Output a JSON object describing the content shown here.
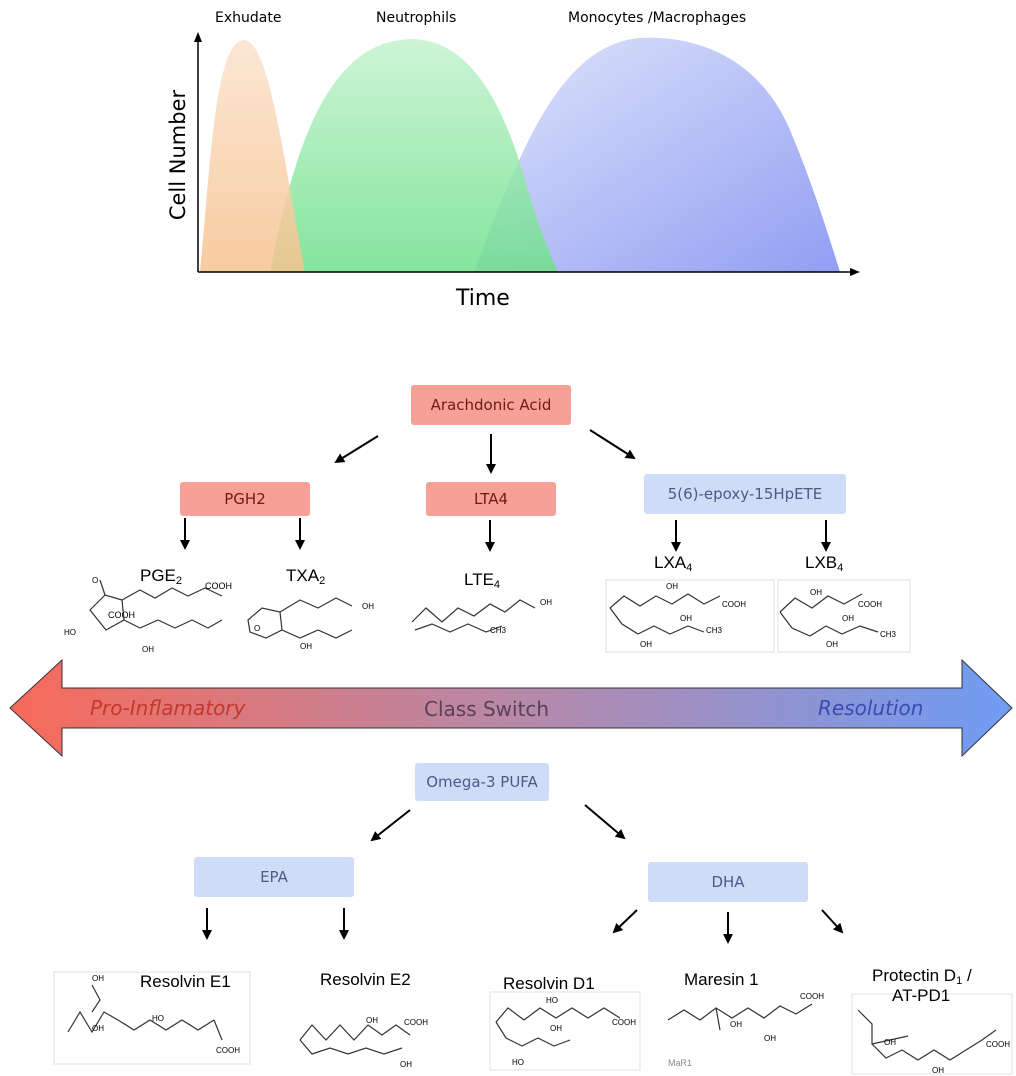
{
  "chart": {
    "curve_labels": [
      "Exhudate",
      "Neutrophils",
      "Monocytes /Macrophages"
    ],
    "ylabel": "Cell Number",
    "xlabel": "Time",
    "colors": {
      "exudate": "#f6c28f",
      "neutrophils": "#86e69c",
      "macrophages": "#8c9cf2"
    }
  },
  "arachidonic": {
    "source": "Arachdonic Acid",
    "intermediates": [
      "PGH2",
      "LTA4",
      "5(6)-epoxy-15HpETE"
    ],
    "products": {
      "pge": {
        "base": "PGE",
        "sub": "2"
      },
      "txa": {
        "base": "TXA",
        "sub": "2"
      },
      "lte": {
        "base": "LTE",
        "sub": "4"
      },
      "lxa": {
        "base": "LXA",
        "sub": "4"
      },
      "lxb": {
        "base": "LXB",
        "sub": "4"
      }
    }
  },
  "band": {
    "left": "Pro-Inflamatory",
    "center": "Class Switch",
    "right": "Resolution",
    "colors": {
      "start": "#f76a5a",
      "mid": "#b889a8",
      "end": "#6f9cf4"
    }
  },
  "omega": {
    "source": "Omega-3 PUFA",
    "intermediates": [
      "EPA",
      "DHA"
    ],
    "products": {
      "rve1": "Resolvin E1",
      "rve2": "Resolvin E2",
      "rvd1": "Resolvin D1",
      "mar1": "Maresin 1",
      "pd1_line1": {
        "base": "Protectin D",
        "sub": "1",
        "tail": " /"
      },
      "pd1_line2": "AT-PD1"
    },
    "structure_caption": "MaR1"
  },
  "atoms": {
    "oh": "OH",
    "ho": "HO",
    "o": "O",
    "cooh": "COOH",
    "ch3": "CH3"
  }
}
